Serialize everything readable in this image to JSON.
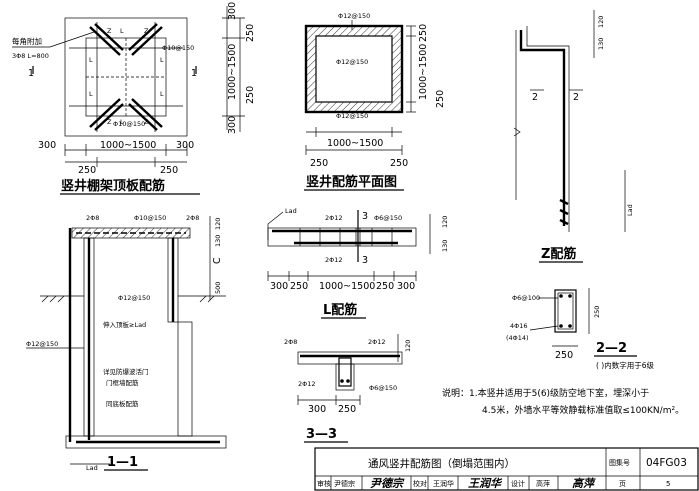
{
  "views": {
    "slab": {
      "title": "竖井棚架顶板配筋",
      "corner_note_1": "每角附加",
      "corner_note_2": "3Φ8 L=800",
      "section_mark": "1",
      "bar_top": "Φ10@150",
      "bar_bottom": "Φ10@150",
      "bar_mark_L": "L",
      "bar_mark_Z": "Z",
      "dim_span": "1000~1500",
      "dim_side": "300",
      "dim_edge": "250",
      "vdim_top": "300",
      "vdim_edge": "250",
      "vdim_span": "1000~1500"
    },
    "plan": {
      "title": "竖井配筋平面图",
      "bar_top": "Φ12@150",
      "bar_mid": "Φ12@150",
      "bar_bottom": "Φ12@150",
      "dim_span": "1000~1500",
      "dim_edge": "250",
      "vdim_edge": "250",
      "vdim_span": "1000~1500"
    },
    "section_11": {
      "title": "1—1",
      "bar_top_left": "2Φ8",
      "bar_top_mid": "Φ10@150",
      "bar_top_right": "2Φ8",
      "bar_wall_right": "Φ12@150",
      "bar_wall_left": "Φ12@150",
      "label_lad_top": "伸入顶板≥Lad",
      "label_door_1": "详见防爆波活门",
      "label_door_2": "门框墙配筋",
      "label_floor": "同底板配筋",
      "label_lad_bottom": "Lad",
      "vdim_120": "120",
      "vdim_130": "130",
      "vdim_c": "C",
      "vdim_500": "500"
    },
    "l_bar": {
      "title": "L配筋",
      "label_lad": "Lad",
      "bar_left": "2Φ12",
      "bar_right": "Φ6@150",
      "bar_bottom": "2Φ12",
      "section_mark": "3",
      "vdim_120": "120",
      "vdim_130": "130",
      "dim_300": "300",
      "dim_250": "250",
      "dim_span": "1000~1500"
    },
    "section_33": {
      "title": "3—3",
      "bar_top_left": "2Φ8",
      "bar_top_right": "2Φ12",
      "bar_bottom_left": "2Φ12",
      "bar_right": "Φ6@150",
      "vdim_120": "120",
      "dim_300": "300",
      "dim_250": "250"
    },
    "z_bar": {
      "title": "Z配筋",
      "section_mark": "2",
      "label_lad": "Lad",
      "vdim_120": "120",
      "vdim_130": "130"
    },
    "section_22": {
      "title": "2—2",
      "bar_top": "Φ6@100",
      "bar_mid": "4Φ16",
      "bar_mid_paren": "(4Φ14)",
      "dim_250_h": "250",
      "dim_250_v": "250",
      "note": "( )内数字用于6级"
    }
  },
  "note": {
    "line1": "说明：1.本竖井适用于5(6)级防空地下室，埋深小于",
    "line2": "4.5米，外墙水平等效静载标准值取≤100KN/m²。"
  },
  "title_block": {
    "drawing_title": "通风竖井配筋图（倒塌范围内）",
    "atlas_label": "图集号",
    "atlas_no": "04FG03",
    "review_label": "审核",
    "review_name": "尹德宗",
    "check_label": "校对",
    "check_name": "王润华",
    "design_label": "设计",
    "design_name": "高萍",
    "page_label": "页",
    "page_no": "5"
  }
}
